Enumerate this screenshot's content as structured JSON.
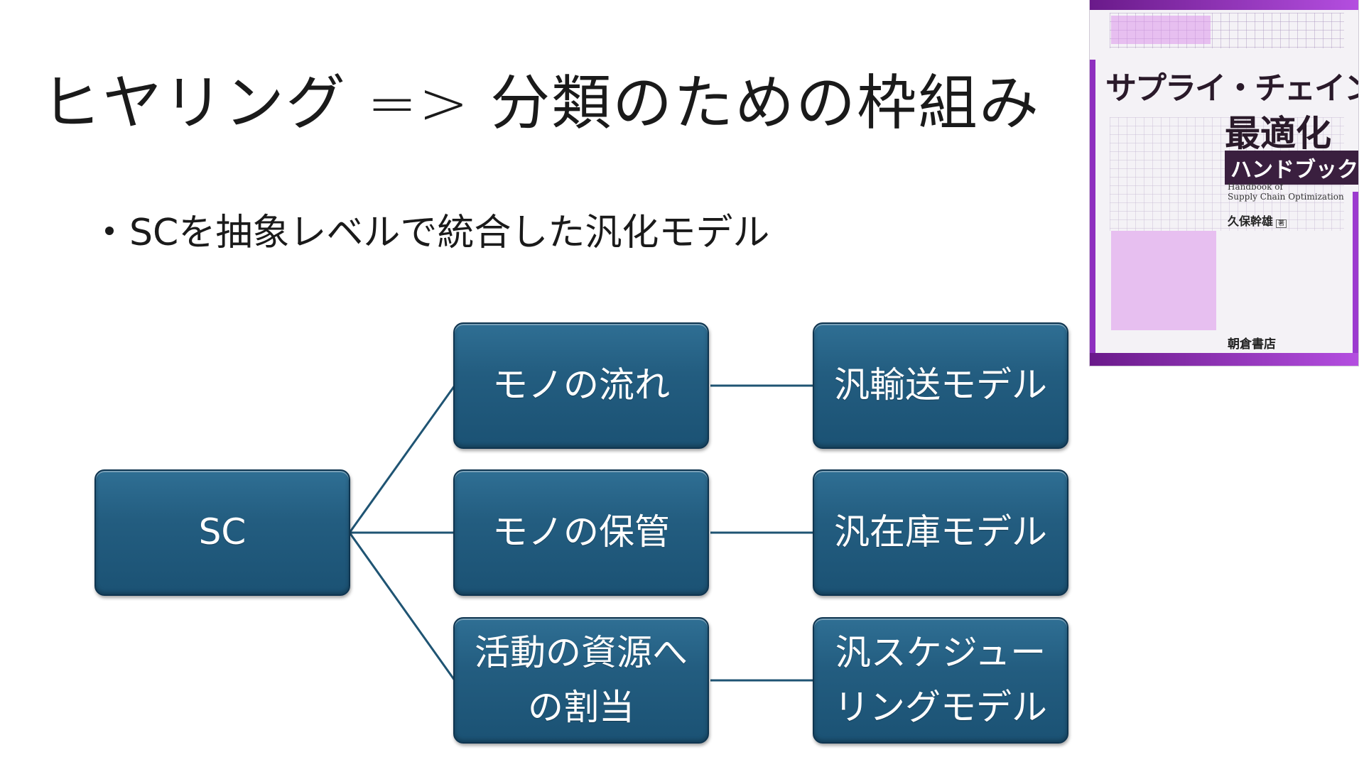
{
  "slide": {
    "title": "ヒヤリング => 分類のための枠組み",
    "bullet": "SCを抽象レベルで統合した汎化モデル"
  },
  "diagram": {
    "root": "SC",
    "middle": [
      "モノの流れ",
      "モノの保管",
      "活動の資源への割当"
    ],
    "right": [
      "汎輸送モデル",
      "汎在庫モデル",
      "汎スケジューリングモデル"
    ],
    "box_color": "#235d80",
    "line_color": "#1f5473"
  },
  "book_cover": {
    "title_line1": "サプライ・チェイン",
    "title_line2": "最適化",
    "badge": "ハンドブック",
    "english_line1": "Handbook of",
    "english_line2": "Supply Chain Optimization",
    "author": "久保幹雄",
    "author_suffix": "著",
    "publisher": "朝倉書店",
    "accent_color": "#8e2fbf"
  }
}
